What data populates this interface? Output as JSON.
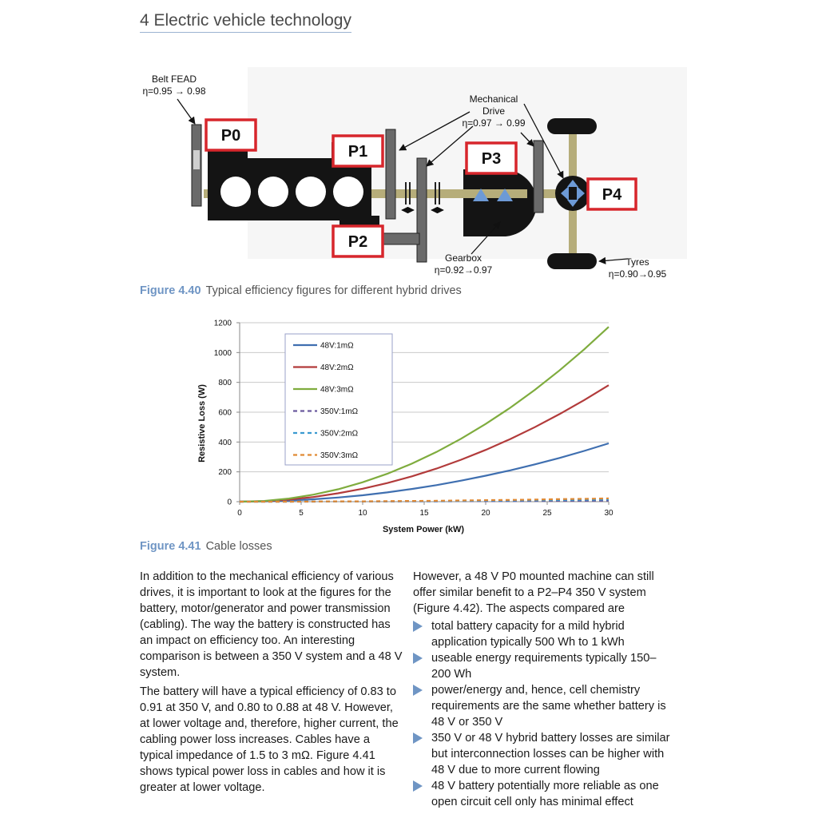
{
  "header": {
    "title": "4  Electric vehicle technology"
  },
  "figure1": {
    "caption_num": "Figure 4.40",
    "caption_text": "Typical efficiency figures for different hybrid drives",
    "labels": {
      "belt_title": "Belt FEAD",
      "belt_eff": "η=0.95 → 0.98",
      "mech_title1": "Mechanical",
      "mech_title2": "Drive",
      "mech_eff": "η=0.97 → 0.99",
      "gearbox_title": "Gearbox",
      "gearbox_eff": "η=0.92→0.97",
      "tyres_title": "Tyres",
      "tyres_eff": "η=0.90→0.95",
      "p0": "P0",
      "p1": "P1",
      "p2": "P2",
      "p3": "P3",
      "p4": "P4"
    },
    "colors": {
      "box_red": "#d7262c",
      "shaft": "#b6ad7a",
      "arrow_blue": "#6d9ad6"
    }
  },
  "figure2": {
    "caption_num": "Figure 4.41",
    "caption_text": "Cable losses"
  },
  "chart_data": {
    "type": "line",
    "xlabel": "System Power (kW)",
    "ylabel": "Resistive Loss (W)",
    "xlim": [
      0,
      30
    ],
    "ylim": [
      0,
      1200
    ],
    "xticks": [
      0,
      5,
      10,
      15,
      20,
      25,
      30
    ],
    "yticks": [
      0,
      200,
      400,
      600,
      800,
      1000,
      1200
    ],
    "grid": "horizontal",
    "legend": "upper-left inside",
    "x": [
      0,
      2,
      4,
      6,
      8,
      10,
      12,
      14,
      16,
      18,
      20,
      22,
      24,
      26,
      28,
      30
    ],
    "series": [
      {
        "name": "48V:1mΩ",
        "color": "#3f6fb0",
        "dash": "solid",
        "values": [
          0,
          2,
          7,
          16,
          28,
          43,
          62,
          85,
          111,
          141,
          174,
          210,
          250,
          293,
          340,
          391
        ]
      },
      {
        "name": "48V:2mΩ",
        "color": "#b23b3b",
        "dash": "solid",
        "values": [
          0,
          3,
          14,
          31,
          56,
          87,
          125,
          170,
          222,
          281,
          347,
          420,
          500,
          587,
          681,
          781
        ]
      },
      {
        "name": "48V:3mΩ",
        "color": "#7fac3e",
        "dash": "solid",
        "values": [
          0,
          5,
          21,
          47,
          83,
          130,
          187,
          255,
          333,
          422,
          521,
          630,
          750,
          880,
          1021,
          1172
        ]
      },
      {
        "name": "350V:1mΩ",
        "color": "#6a5a9e",
        "dash": "dashed",
        "values": [
          0,
          0,
          0,
          0,
          1,
          1,
          1,
          2,
          2,
          3,
          3,
          4,
          5,
          6,
          6,
          7
        ]
      },
      {
        "name": "350V:2mΩ",
        "color": "#3a9ad0",
        "dash": "dashed",
        "values": [
          0,
          0,
          0,
          1,
          1,
          2,
          2,
          3,
          4,
          5,
          7,
          8,
          9,
          11,
          13,
          15
        ]
      },
      {
        "name": "350V:3mΩ",
        "color": "#e08a35",
        "dash": "dashed",
        "values": [
          0,
          0,
          0,
          1,
          2,
          2,
          4,
          5,
          6,
          8,
          10,
          12,
          14,
          17,
          19,
          22
        ]
      }
    ]
  },
  "body": {
    "left_p1": "In addition to the mechanical efficiency of various drives, it is important to look at the figures for the battery, motor/generator and power transmission (cabling). The way the battery is constructed has an impact on efficiency too. An interesting comparison is between a 350 V system and a 48 V system.",
    "left_p2": "The battery will have a typical efficiency of 0.83 to 0.91 at 350 V, and 0.80 to 0.88 at 48 V. However, at lower voltage and, therefore, higher current, the cabling power loss increases. Cables have a typical impedance of 1.5 to 3 mΩ. Figure 4.41 shows typical power loss in cables and how it is greater at lower voltage.",
    "right_intro": "However, a 48 V P0 mounted machine can still offer similar benefit to a P2–P4 350 V system (Figure 4.42). The aspects compared are",
    "bullets": [
      "total battery capacity for a mild hybrid application typically 500 Wh to 1 kWh",
      "useable energy requirements typically 150–200 Wh",
      "power/energy and, hence, cell chemistry requirements are the same whether battery is 48 V or 350 V",
      "350 V or 48 V hybrid battery losses are similar but interconnection losses can be higher with 48 V due to more current flowing",
      "48 V battery potentially more reliable as one open circuit cell only has minimal effect"
    ]
  }
}
